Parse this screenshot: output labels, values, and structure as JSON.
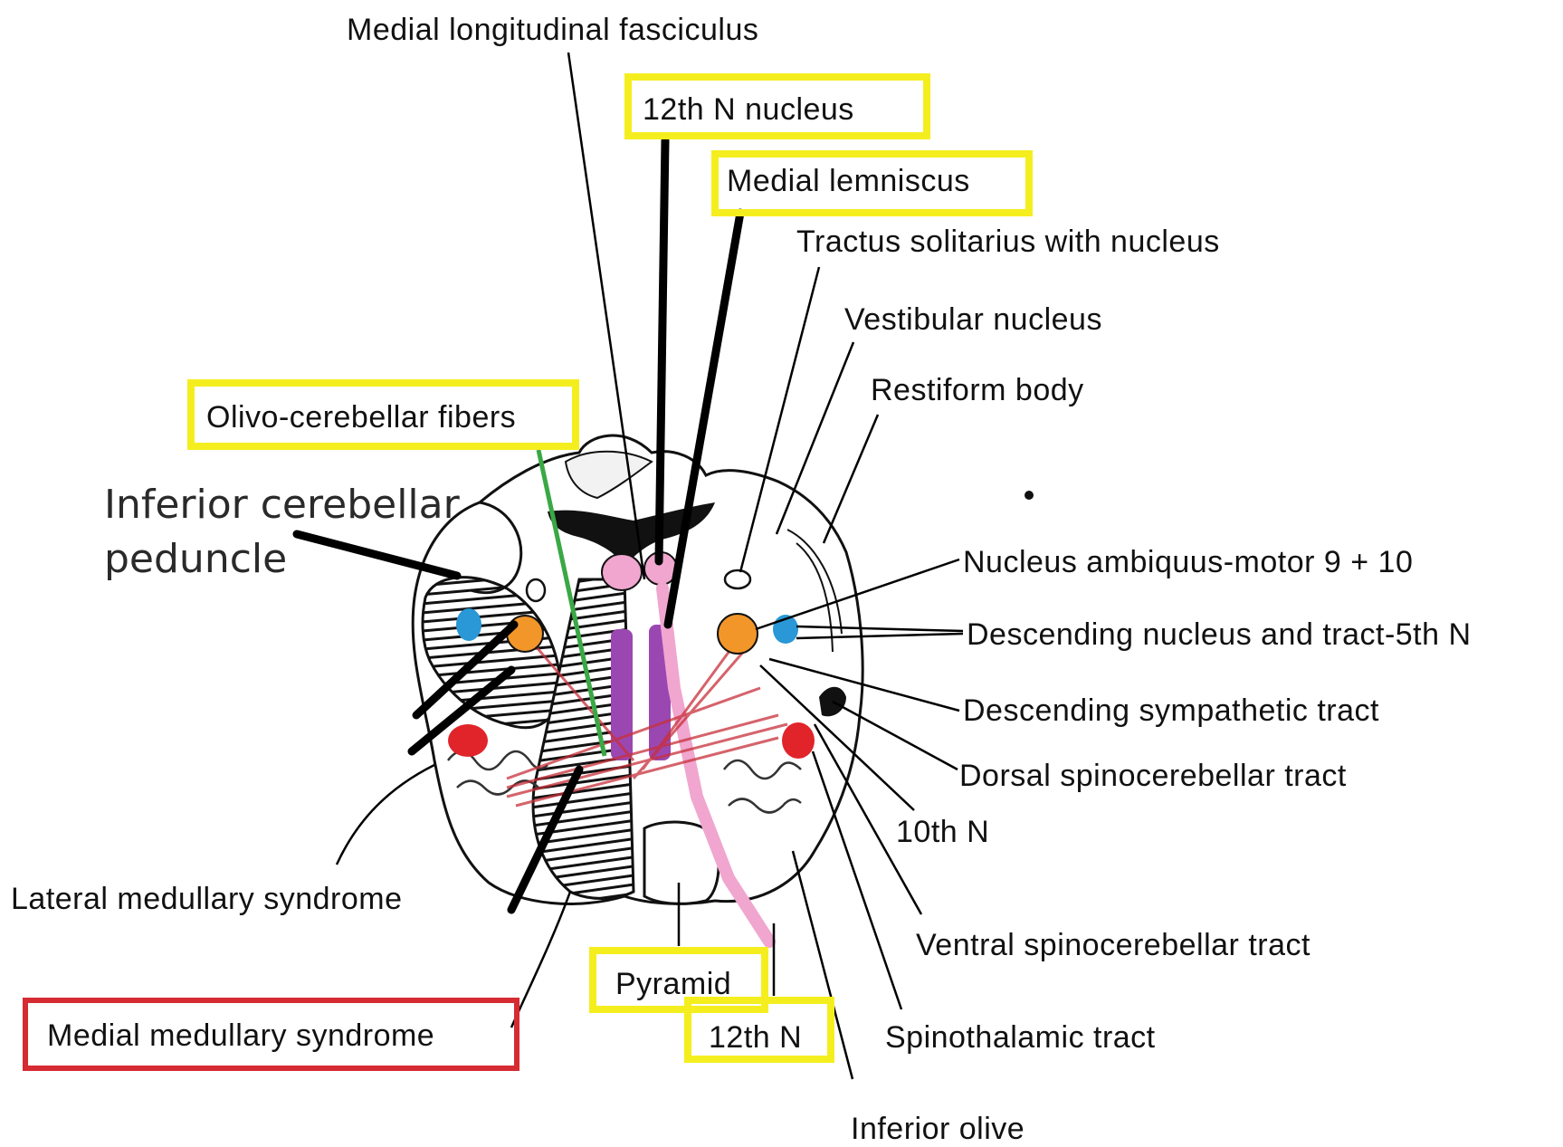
{
  "colors": {
    "highlight": "#f5ee1e",
    "syndrome_box": "#d62b33",
    "olivo_line": "#3aa845",
    "orange_nucleus": "#f2962a",
    "blue_tract": "#2a97d6",
    "red_tract": "#e0242a",
    "pink_lemniscus": "#f0a6cf",
    "purple_pyramid_tract": "#9b47b2",
    "lesion_red": "#c8303a"
  },
  "labels": {
    "mlf": "Medial longitudinal fasciculus",
    "n12_nucleus": "12th N nucleus",
    "medial_lemniscus": "Medial lemniscus",
    "tractus_solitarius": "Tractus solitarius with nucleus",
    "vestibular": "Vestibular nucleus",
    "restiform": "Restiform body",
    "olivo_cerebellar": "Olivo-cerebellar fibers",
    "icp_line1": "Inferior cerebellar",
    "icp_line2": "peduncle",
    "ambiguus": "Nucleus ambiquus-motor 9 + 10",
    "descending_5th": "Descending nucleus and tract-5th N",
    "descending_sympathetic": "Descending sympathetic tract",
    "dorsal_spinocerebellar": "Dorsal spinocerebellar tract",
    "n10": "10th N",
    "lateral_medullary": "Lateral medullary syndrome",
    "ventral_spinocerebellar": "Ventral spinocerebellar tract",
    "pyramid": "Pyramid",
    "n12": "12th N",
    "spinothalamic": "Spinothalamic tract",
    "medial_medullary": "Medial medullary syndrome",
    "inferior_olive": "Inferior olive"
  }
}
